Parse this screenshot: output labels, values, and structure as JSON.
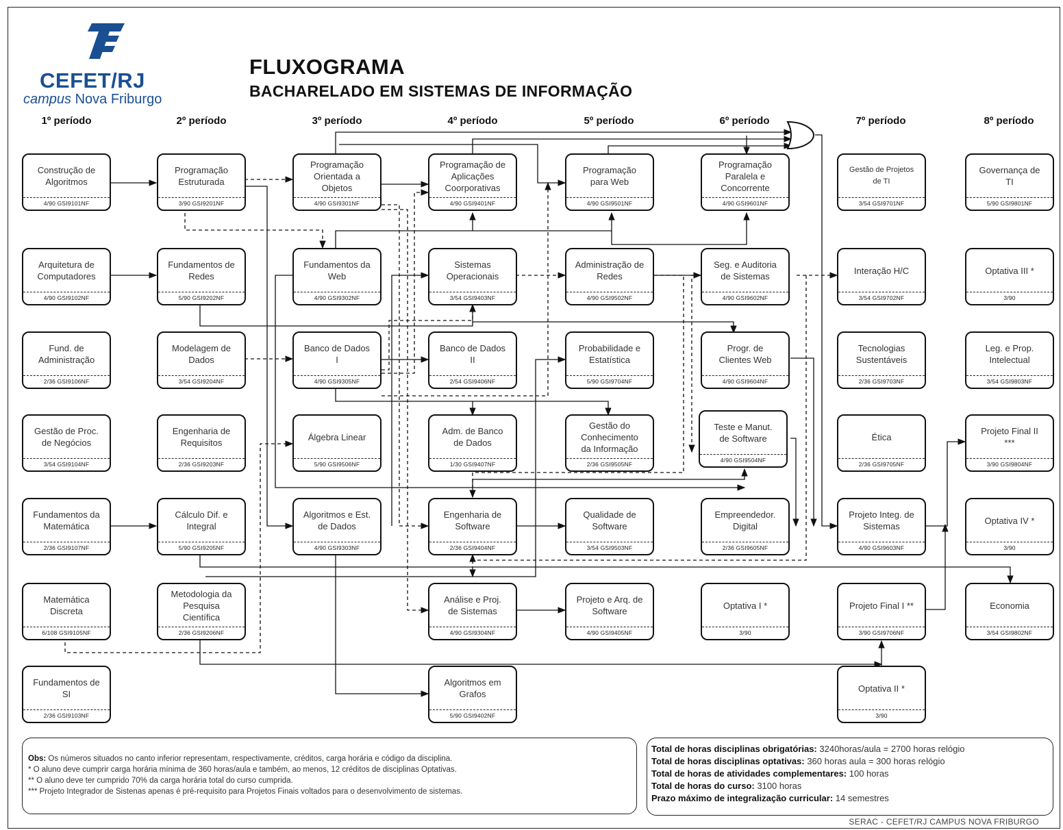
{
  "header": {
    "logo_name": "CEFET/RJ",
    "logo_campus_italic": "campus",
    "logo_campus_place": "Nova Friburgo",
    "title": "FLUXOGRAMA",
    "subtitle": "BACHARELADO EM SISTEMAS DE INFORMAÇÃO"
  },
  "periods": [
    "1º período",
    "2º período",
    "3º período",
    "4º período",
    "5º período",
    "6º período",
    "7º período",
    "8º período"
  ],
  "courses": {
    "c11": {
      "name": "Construção de\nAlgoritmos",
      "code": "4/90 GSI9101NF"
    },
    "c12": {
      "name": "Arquitetura de\nComputadores",
      "code": "4/90 GSI9102NF"
    },
    "c13": {
      "name": "Fund. de\nAdministração",
      "code": "2/36 GSI9106NF"
    },
    "c14": {
      "name": "Gestão de Proc.\nde Negócios",
      "code": "3/54 GSI9104NF"
    },
    "c15": {
      "name": "Fundamentos da\nMatemática",
      "code": "2/36 GSI9107NF"
    },
    "c16": {
      "name": "Matemática\nDiscreta",
      "code": "6/108 GSI9105NF"
    },
    "c17": {
      "name": "Fundamentos de\nSI",
      "code": "2/36 GSI9103NF"
    },
    "c21": {
      "name": "Programação\nEstruturada",
      "code": "3/90 GSI9201NF"
    },
    "c22": {
      "name": "Fundamentos de\nRedes",
      "code": "5/90 GSI9202NF"
    },
    "c23": {
      "name": "Modelagem de\nDados",
      "code": "3/54 GSI9204NF"
    },
    "c24": {
      "name": "Engenharia de\nRequisitos",
      "code": "2/36 GSI9203NF"
    },
    "c25": {
      "name": "Cálculo Dif. e\nIntegral",
      "code": "5/90 GSI9205NF"
    },
    "c26": {
      "name": "Metodologia da\nPesquisa\nCientífica",
      "code": "2/36 GSI9206NF"
    },
    "c31": {
      "name": "Programação\nOrientada a\nObjetos",
      "code": "4/90 GSI9301NF"
    },
    "c32": {
      "name": "Fundamentos da\nWeb",
      "code": "4/90 GSI9302NF"
    },
    "c33": {
      "name": "Banco de Dados\nI",
      "code": "4/90 GSI9305NF"
    },
    "c34": {
      "name": "Álgebra Linear",
      "code": "5/90 GSI9506NF"
    },
    "c35": {
      "name": "Algoritmos e Est.\nde Dados",
      "code": "4/90 GSI9303NF"
    },
    "c41": {
      "name": "Programação de\nAplicações\nCoorporativas",
      "code": "4/90 GSI9401NF"
    },
    "c42": {
      "name": "Sistemas\nOperacionais",
      "code": "3/54 GSI9403NF"
    },
    "c43": {
      "name": "Banco de Dados\nII",
      "code": "2/54 GSI9406NF"
    },
    "c44": {
      "name": "Adm. de Banco\nde Dados",
      "code": "1/30 GSI9407NF"
    },
    "c45": {
      "name": "Engenharia de\nSoftware",
      "code": "2/36 GSI9404NF"
    },
    "c46": {
      "name": "Análise e Proj.\nde Sistemas",
      "code": "4/90 GSI9304NF"
    },
    "c47": {
      "name": "Algoritmos em\nGrafos",
      "code": "5/90 GSI9402NF"
    },
    "c51": {
      "name": "Programação\npara Web",
      "code": "4/90 GSI9501NF"
    },
    "c52": {
      "name": "Administração de\nRedes",
      "code": "4/90 GSI9502NF"
    },
    "c53": {
      "name": "Probabilidade e\nEstatística",
      "code": "5/90 GSI9704NF"
    },
    "c54": {
      "name": "Gestão do\nConhecimento\nda Informação",
      "code": "2/36 GSI9505NF"
    },
    "c55": {
      "name": "Qualidade de\nSoftware",
      "code": "3/54 GSI9503NF"
    },
    "c56": {
      "name": "Projeto e Arq. de\nSoftware",
      "code": "4/90 GSI9405NF"
    },
    "c61": {
      "name": "Programação\nParalela e\nConcorrente",
      "code": "4/90 GSI9601NF"
    },
    "c62": {
      "name": "Seg. e Auditoria\nde Sistemas",
      "code": "4/90 GSI9602NF"
    },
    "c63": {
      "name": "Progr. de\nClientes Web",
      "code": "4/90 GSI9604NF"
    },
    "c64": {
      "name": "Teste e Manut.\nde Software",
      "code": "4/90 GSI9504NF"
    },
    "c65": {
      "name": "Empreendedor.\nDigital",
      "code": "2/36 GSI9605NF"
    },
    "c66": {
      "name": "Optativa I *",
      "code": "3/90"
    },
    "c71": {
      "name": "Gestão de Projetos\nde TI",
      "code": "3/54 GSI9701NF"
    },
    "c72": {
      "name": "Interação H/C",
      "code": "3/54 GSI9702NF"
    },
    "c73": {
      "name": "Tecnologias\nSustentáveis",
      "code": "2/36 GSI9703NF"
    },
    "c74": {
      "name": "Ética",
      "code": "2/36 GSI9705NF"
    },
    "c75": {
      "name": "Projeto Integ. de\nSistemas",
      "code": "4/90 GSI9603NF"
    },
    "c76": {
      "name": "Projeto Final I **",
      "code": "3/90 GSI9706NF"
    },
    "c77": {
      "name": "Optativa II *",
      "code": "3/90"
    },
    "c81": {
      "name": "Governança de\nTI",
      "code": "5/90 GSI9801NF"
    },
    "c82": {
      "name": "Optativa III *",
      "code": "3/90"
    },
    "c83": {
      "name": "Leg. e Prop.\nIntelectual",
      "code": "3/54 GSI9803NF"
    },
    "c84": {
      "name": "Projeto Final II\n***",
      "code": "3/90 GSI9804NF"
    },
    "c85": {
      "name": "Optativa IV *",
      "code": "3/90"
    },
    "c86": {
      "name": "Economia",
      "code": "3/54 GSI9802NF"
    }
  },
  "obs": {
    "label": "Obs:",
    "line1": " Os números situados no canto inferior representam, respectivamente, créditos, carga horária e código da disciplina.",
    "line2": " * O aluno deve cumprir carga horária mínima de 360 horas/aula e também, ao menos, 12 créditos de disciplinas Optativas.",
    "line3": "** O aluno deve ter cumprido 70% da carga horária total do curso cumprida.",
    "line4": "*** Projeto Integrador de Sistenas apenas é pré-requisito para Projetos Finais voltados para o desenvolvimento de sistemas."
  },
  "totals": [
    {
      "label": "Total de horas disciplinas obrigatórias:",
      "value": " 3240horas/aula = 2700 horas relógio"
    },
    {
      "label": "Total de horas disciplinas optativas:",
      "value": " 360 horas aula = 300 horas relógio"
    },
    {
      "label": "Total de horas de atividades complementares:",
      "value": " 100 horas"
    },
    {
      "label": "Total de horas do curso:",
      "value": "  3100 horas"
    },
    {
      "label": "Prazo máximo de integralização curricular:",
      "value": " 14 semestres"
    }
  ],
  "footer": "SERAC - CEFET/RJ CAMPUS NOVA FRIBURGO",
  "colors": {
    "brand": "#1a4f92",
    "line": "#111111"
  }
}
